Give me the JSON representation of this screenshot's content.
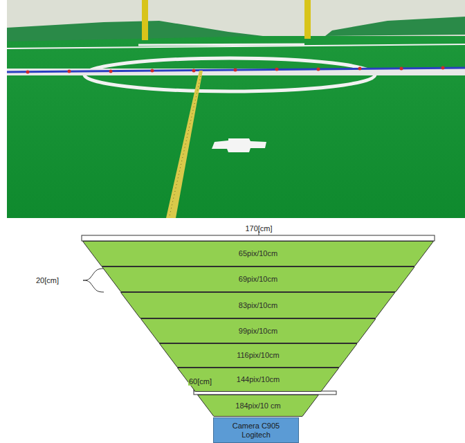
{
  "diagram": {
    "nodes": [
      {
        "text": [
          "65pix/10cm"
        ]
      },
      {
        "text": [
          "69pix/10cm"
        ]
      },
      {
        "text": [
          "83pix/10cm"
        ]
      },
      {
        "text": [
          "99pix/10cm"
        ]
      },
      {
        "text": [
          "116pix/10cm"
        ]
      },
      {
        "text": [
          "144pix/10cm"
        ]
      },
      {
        "text": [
          "184pix/10 cm"
        ]
      },
      {
        "text": [
          "Camera C905 Logitech"
        ]
      }
    ],
    "labels": [
      "170[cm]",
      "20[cm]",
      "60[cm]"
    ]
  }
}
